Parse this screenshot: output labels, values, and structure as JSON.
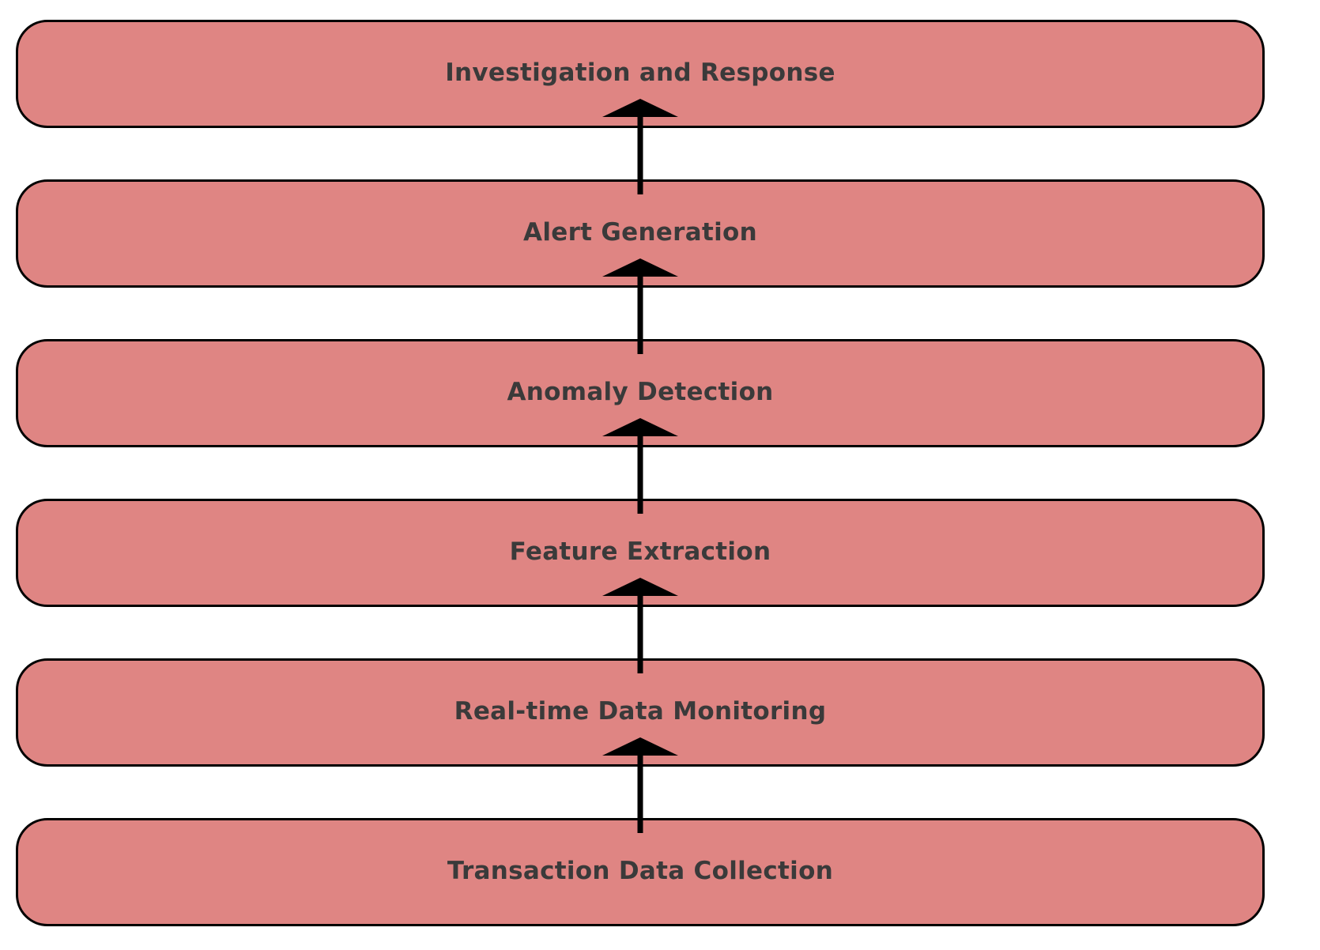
{
  "diagram": {
    "type": "flowchart",
    "direction": "bottom-to-top",
    "steps_top_to_bottom": [
      {
        "label": "Investigation and Response"
      },
      {
        "label": "Alert Generation"
      },
      {
        "label": "Anomaly Detection"
      },
      {
        "label": "Feature Extraction"
      },
      {
        "label": "Real-time Data Monitoring"
      },
      {
        "label": "Transaction Data Collection"
      }
    ],
    "flow_sequence": [
      "Transaction Data Collection",
      "Real-time Data Monitoring",
      "Feature Extraction",
      "Anomaly Detection",
      "Alert Generation",
      "Investigation and Response"
    ],
    "colors": {
      "node_fill": "#df8583",
      "node_border": "#000000",
      "label_text": "#3a3a3a",
      "arrow": "#000000",
      "background": "#ffffff"
    }
  }
}
